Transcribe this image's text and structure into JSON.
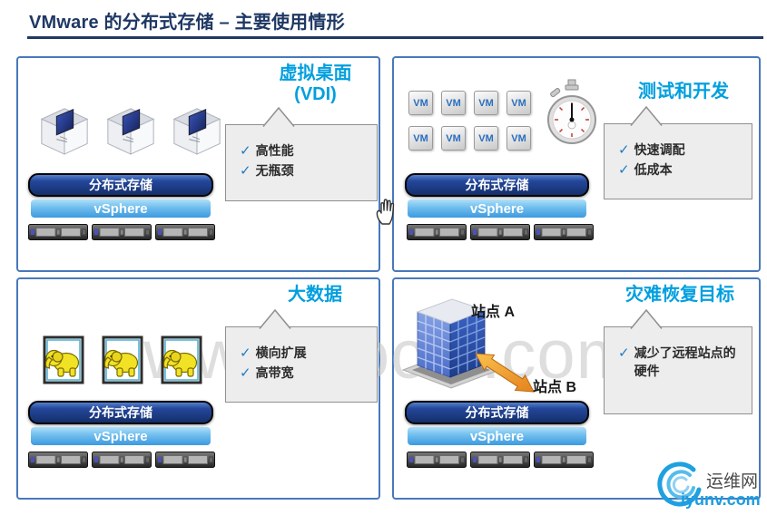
{
  "page": {
    "title": "VMware 的分布式存储 – 主要使用情形",
    "watermark": "www.docin.com"
  },
  "ui": {
    "checkmark": "✓",
    "vm_label": "VM"
  },
  "bars": {
    "storage": "分布式存储",
    "platform": "vSphere"
  },
  "quadrants": [
    {
      "id": "vdi",
      "title": "虚拟桌面",
      "subtitle": "(VDI)",
      "bullets": [
        "高性能",
        "无瓶颈"
      ]
    },
    {
      "id": "test-dev",
      "title": "测试和开发",
      "bullets": [
        "快速调配",
        "低成本"
      ]
    },
    {
      "id": "big-data",
      "title": "大数据",
      "bullets": [
        "横向扩展",
        "高带宽"
      ]
    },
    {
      "id": "disaster-recovery",
      "title": "灾难恢复目标",
      "bullets": [
        "减少了远程站点的硬件"
      ],
      "site_a_label": "站点 A",
      "site_b_label": "站点 B"
    }
  ],
  "logo": {
    "name": "运维网",
    "domain": "iyunv.com"
  },
  "colors": {
    "title_navy": "#1F3864",
    "quadrant_border": "#4878BC",
    "section_title_blue": "#009FDF",
    "check_blue": "#1F7DC4",
    "storage_bar_navy": "#1B3A7C",
    "vsphere_blue": "#4FA8E8",
    "arrow_orange": "#F39C12",
    "hadoop_yellow": "#F2E225",
    "logo_blue": "#1B9DE0",
    "watermark_gray": "#C9C9C9"
  }
}
